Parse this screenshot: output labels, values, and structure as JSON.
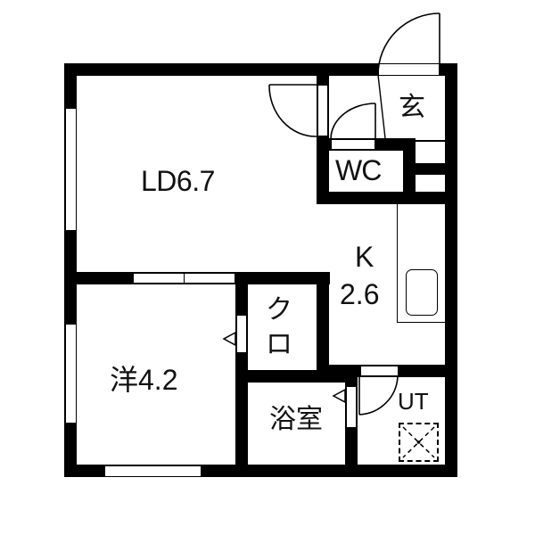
{
  "floor_plan": {
    "title": "",
    "rooms": {
      "ld": {
        "label": "LD6.7",
        "type": "LD",
        "size_jo": "6.7"
      },
      "kitchen": {
        "label_line1": "K",
        "label_line2": "2.6",
        "type": "K",
        "size_jo": "2.6"
      },
      "western": {
        "label": "洋4.2",
        "type": "洋",
        "size_jo": "4.2"
      },
      "closet": {
        "label_line1": "ク",
        "label_line2": "ロ",
        "type": "クロ"
      },
      "bath": {
        "label": "浴室"
      },
      "utility": {
        "label": "UT"
      },
      "toilet": {
        "label": "WC"
      },
      "entrance": {
        "label": "玄"
      }
    },
    "colors": {
      "wall": "#000000",
      "background": "#ffffff"
    }
  }
}
